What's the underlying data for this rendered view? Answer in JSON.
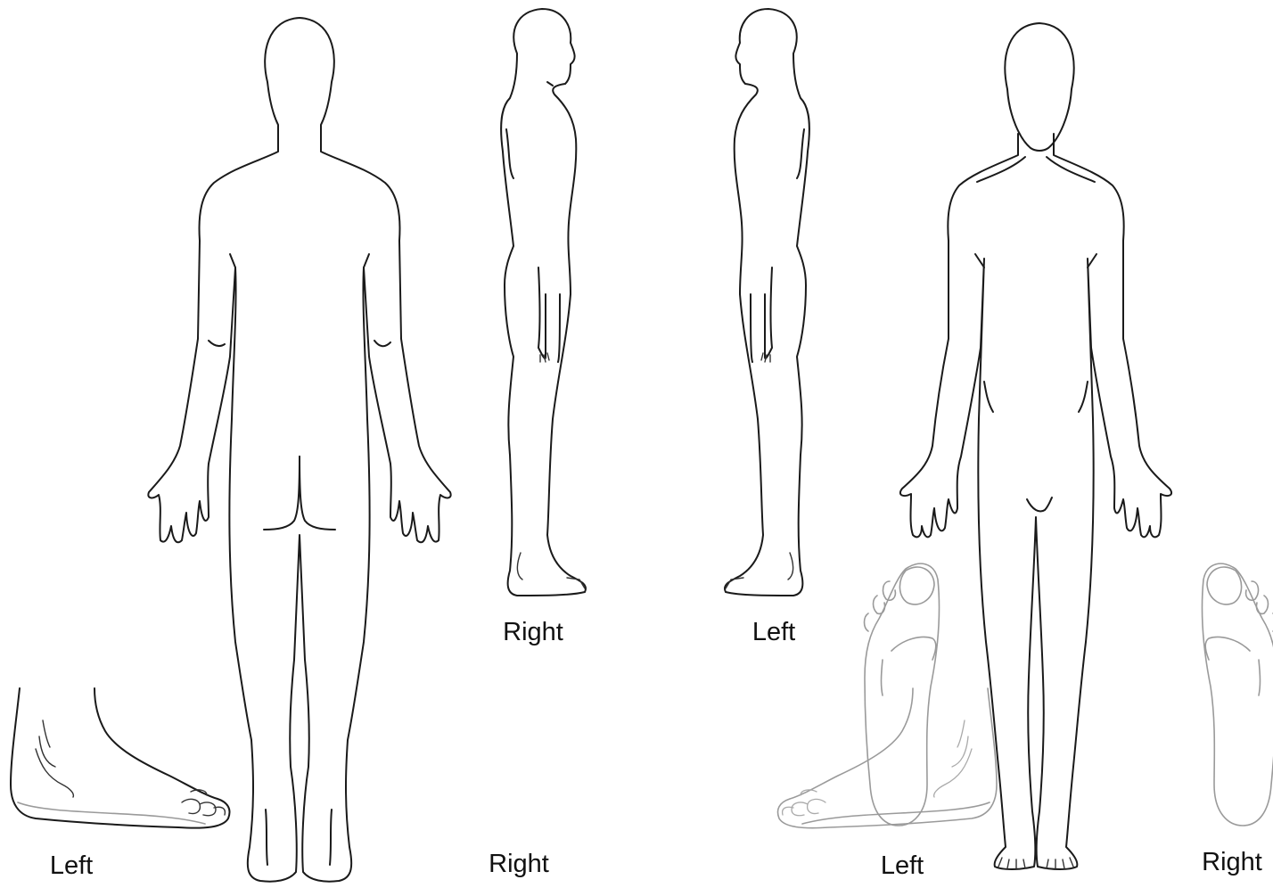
{
  "labels": {
    "side_right": "Right",
    "side_left": "Left",
    "foot_left_back": "Left",
    "foot_right_back": "Right",
    "sole_left": "Left",
    "sole_right": "Right"
  }
}
